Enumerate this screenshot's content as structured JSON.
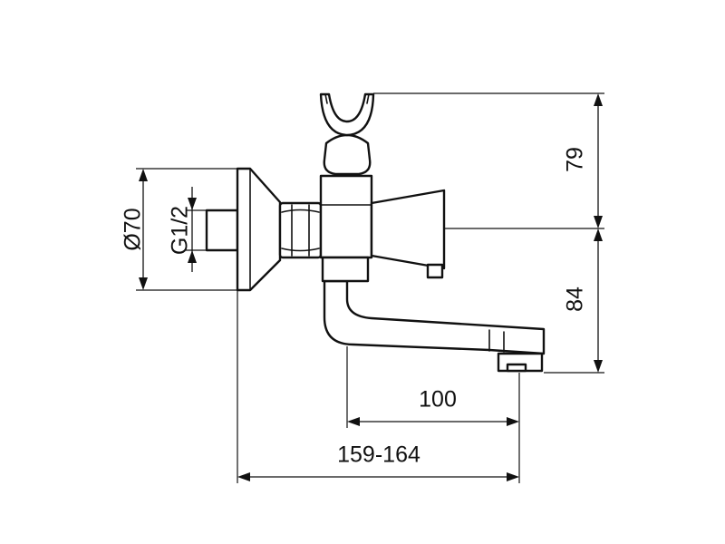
{
  "dimensions": {
    "flange_diameter": "Ø70",
    "thread_size": "G1/2",
    "handle_height": "79",
    "spout_height": "84",
    "spout_reach": "100",
    "total_projection": "159-164"
  },
  "colors": {
    "line": "#111111",
    "background": "#ffffff"
  }
}
